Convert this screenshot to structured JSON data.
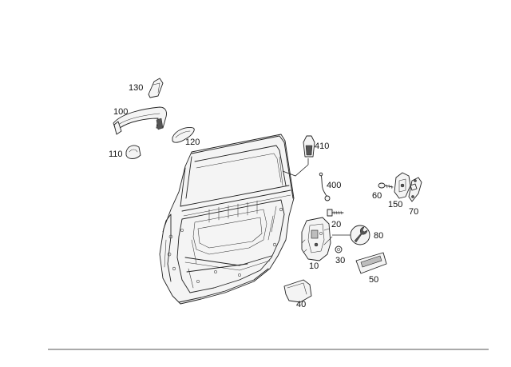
{
  "diagram": {
    "part_numbers": {
      "p130": "130",
      "p100": "100",
      "p110": "110",
      "p120": "120",
      "p410": "410",
      "p400": "400",
      "p60": "60",
      "p150": "150",
      "p70": "70",
      "p20": "20",
      "p80": "80",
      "p30": "30",
      "p10": "10",
      "p50": "50",
      "p40": "40"
    }
  }
}
